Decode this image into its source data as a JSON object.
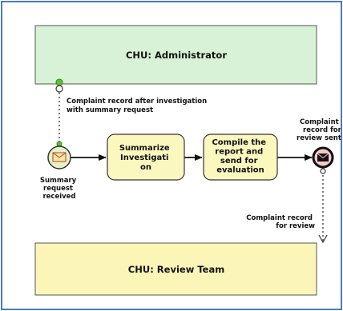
{
  "colors": {
    "frame_border": "#4a7bbf",
    "frame_fill": "#ffffff",
    "admin_pool_fill": "#d7f2d6",
    "review_pool_fill": "#fbf6b8",
    "pool_border": "#555555",
    "task_fill": "#fbf8bf",
    "task_border": "#333333",
    "start_event_fill": "#e2f3c7",
    "end_event_fill": "#f3c9cf",
    "message_flow": "#333333",
    "sequence_flow": "#111111",
    "green_marker": "#5bc236"
  },
  "pools": {
    "administrator": "CHU: Administrator",
    "review_team": "CHU: Review Team"
  },
  "message_flows": {
    "incoming": [
      "Complaint record after investigation",
      "with summary request"
    ],
    "outgoing": [
      "Complaint record",
      "for review"
    ]
  },
  "start_event": {
    "icon": "envelope-icon",
    "label": [
      "Summary",
      "request",
      "received"
    ]
  },
  "tasks": [
    {
      "name": "task-summarize",
      "label": [
        "Summarize",
        "Investigati",
        "on"
      ]
    },
    {
      "name": "task-compile",
      "label": [
        "Compile the",
        "report and",
        "send for",
        "evaluation"
      ]
    }
  ],
  "end_event": {
    "icon": "envelope-filled-icon",
    "label": [
      "Complaint",
      "record for",
      "review sent"
    ]
  }
}
